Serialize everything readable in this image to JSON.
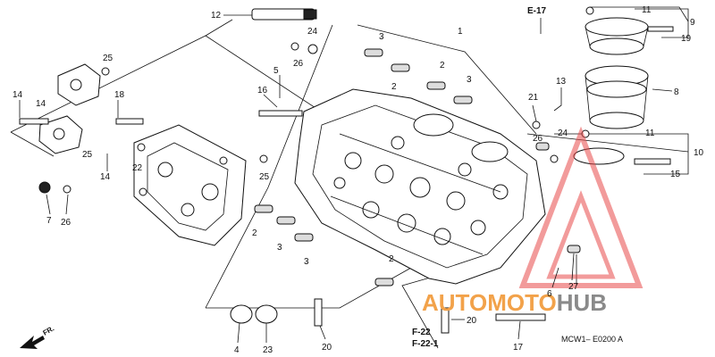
{
  "diagram": {
    "callouts": [
      {
        "id": "c1",
        "text": "1"
      },
      {
        "id": "c2a",
        "text": "2"
      },
      {
        "id": "c2b",
        "text": "2"
      },
      {
        "id": "c2c",
        "text": "2"
      },
      {
        "id": "c2d",
        "text": "2"
      },
      {
        "id": "c3a",
        "text": "3"
      },
      {
        "id": "c3b",
        "text": "3"
      },
      {
        "id": "c3c",
        "text": "3"
      },
      {
        "id": "c3d",
        "text": "3"
      },
      {
        "id": "c4",
        "text": "4"
      },
      {
        "id": "c5",
        "text": "5"
      },
      {
        "id": "c6",
        "text": "6"
      },
      {
        "id": "c7",
        "text": "7"
      },
      {
        "id": "c8",
        "text": "8"
      },
      {
        "id": "c9",
        "text": "9"
      },
      {
        "id": "c10",
        "text": "10"
      },
      {
        "id": "c11a",
        "text": "11"
      },
      {
        "id": "c11b",
        "text": "11"
      },
      {
        "id": "c12",
        "text": "12"
      },
      {
        "id": "c13",
        "text": "13"
      },
      {
        "id": "c14a",
        "text": "14"
      },
      {
        "id": "c14b",
        "text": "14"
      },
      {
        "id": "c14c",
        "text": "14"
      },
      {
        "id": "c15",
        "text": "15"
      },
      {
        "id": "c16",
        "text": "16"
      },
      {
        "id": "c17",
        "text": "17"
      },
      {
        "id": "c18",
        "text": "18"
      },
      {
        "id": "c19",
        "text": "19"
      },
      {
        "id": "c20a",
        "text": "20"
      },
      {
        "id": "c20b",
        "text": "20"
      },
      {
        "id": "c21",
        "text": "21"
      },
      {
        "id": "c22",
        "text": "22"
      },
      {
        "id": "c23",
        "text": "23"
      },
      {
        "id": "c24a",
        "text": "24"
      },
      {
        "id": "c24b",
        "text": "24"
      },
      {
        "id": "c25a",
        "text": "25"
      },
      {
        "id": "c25b",
        "text": "25"
      },
      {
        "id": "c25c",
        "text": "25"
      },
      {
        "id": "c26a",
        "text": "26"
      },
      {
        "id": "c26b",
        "text": "26"
      },
      {
        "id": "c26c",
        "text": "26"
      },
      {
        "id": "c27",
        "text": "27"
      }
    ],
    "references": {
      "e17": "E-17",
      "f22": "F-22",
      "f22_1": "F-22-1"
    },
    "direction_label": "FR.",
    "diagram_code": "MCW1– E0200 A"
  },
  "watermark": {
    "part_a": "AUTOMOTO",
    "part_b": "HUB",
    "accent_color": "#f2a24a",
    "secondary_color": "#8a8a8a",
    "triangle_color": "#e84a4a"
  }
}
